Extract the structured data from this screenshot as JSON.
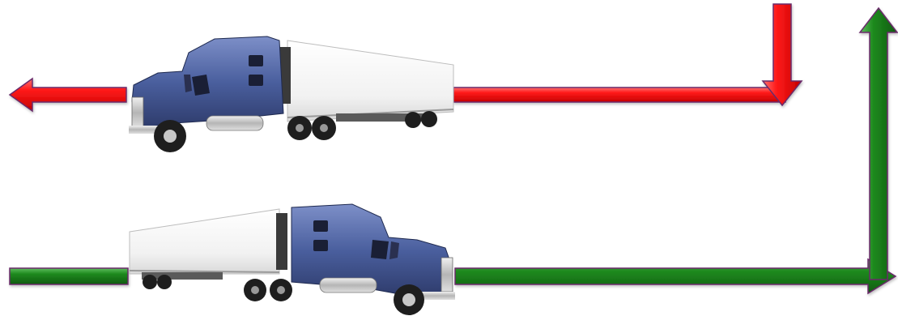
{
  "diagram": {
    "top_route": {
      "direction": "right-to-left",
      "color": "#ff1a1a",
      "outline": "#6b2a6b",
      "truck_facing": "left"
    },
    "bottom_route": {
      "direction": "left-to-right-then-up",
      "color": "#1f7a1f",
      "outline": "#6b2a6b",
      "truck_facing": "right"
    },
    "palette": {
      "cab_blue": "#4a5f9e",
      "trailer_white": "#f4f4f4",
      "chrome": "#c8c8c8",
      "tire": "#1e1e1e"
    }
  }
}
